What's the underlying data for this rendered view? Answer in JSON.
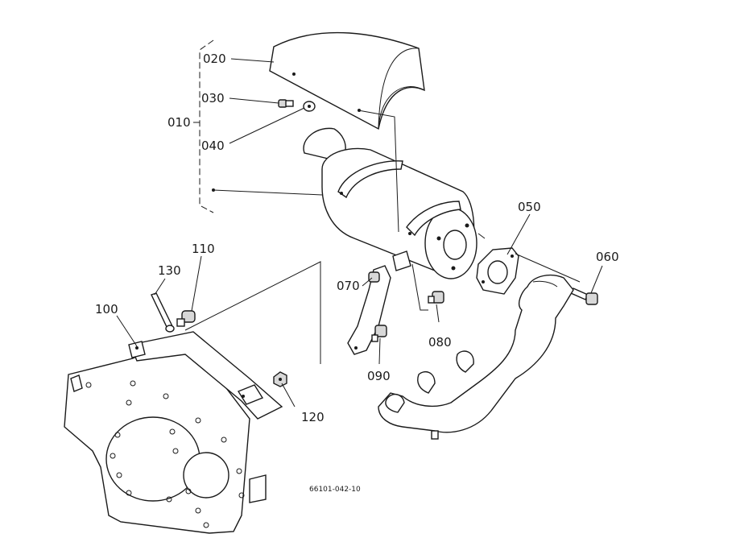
{
  "callouts": {
    "p010": "010",
    "p020": "020",
    "p030": "030",
    "p040": "040",
    "p050": "050",
    "p060": "060",
    "p070": "070",
    "p080": "080",
    "p090": "090",
    "p100": "100",
    "p110": "110",
    "p120": "120",
    "p130": "130"
  },
  "drawing_number": "66101-042-10"
}
